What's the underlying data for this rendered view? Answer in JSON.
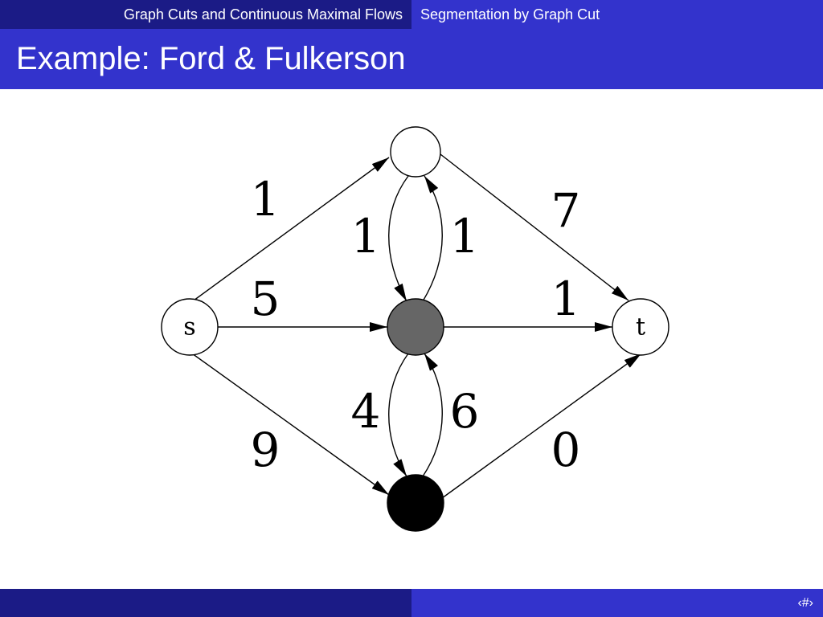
{
  "header": {
    "section": "Graph Cuts and Continuous Maximal Flows",
    "subsection": "Segmentation by Graph Cut"
  },
  "slide": {
    "title": "Example: Ford & Fulkerson"
  },
  "graph": {
    "nodes": {
      "source": {
        "label": "s",
        "fill": "#ffffff"
      },
      "top": {
        "label": "",
        "fill": "#ffffff"
      },
      "middle": {
        "label": "",
        "fill": "#666666"
      },
      "bottom": {
        "label": "",
        "fill": "#000000"
      },
      "sink": {
        "label": "t",
        "fill": "#ffffff"
      }
    },
    "edges": {
      "s_top": "1",
      "s_middle": "5",
      "s_bottom": "9",
      "top_middle": "1",
      "middle_top": "1",
      "middle_bottom": "4",
      "bottom_middle": "6",
      "top_t": "7",
      "middle_t": "1",
      "bottom_t": "0"
    }
  },
  "footer": {
    "page_marker": "‹#›"
  }
}
